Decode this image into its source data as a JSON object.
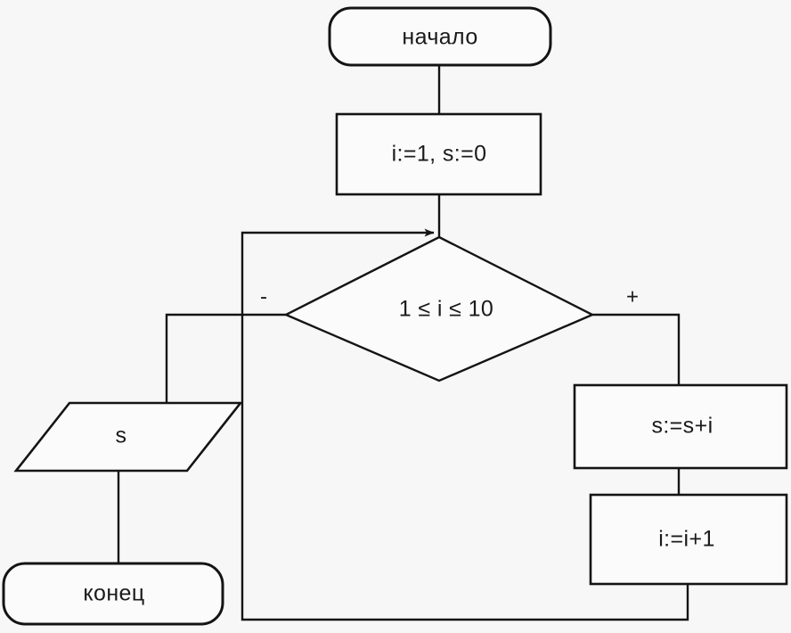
{
  "diagram": {
    "type": "flowchart",
    "language": "ru",
    "background_color": "#f8f7f8",
    "line_color": "#141414",
    "shape_fill": "#fbfbfb",
    "nodes": {
      "start": {
        "label": "начало",
        "shape": "terminal"
      },
      "init": {
        "label": "i:=1, s:=0",
        "shape": "process"
      },
      "condition": {
        "label": "1 ≤ i ≤ 10",
        "shape": "decision"
      },
      "output": {
        "label": "s",
        "shape": "parallelogram-io"
      },
      "end": {
        "label": "конец",
        "shape": "terminal"
      },
      "accumulate": {
        "label": "s:=s+i",
        "shape": "process"
      },
      "increment": {
        "label": "i:=i+1",
        "shape": "process"
      }
    },
    "branch_labels": {
      "false": "-",
      "true": "+"
    }
  }
}
